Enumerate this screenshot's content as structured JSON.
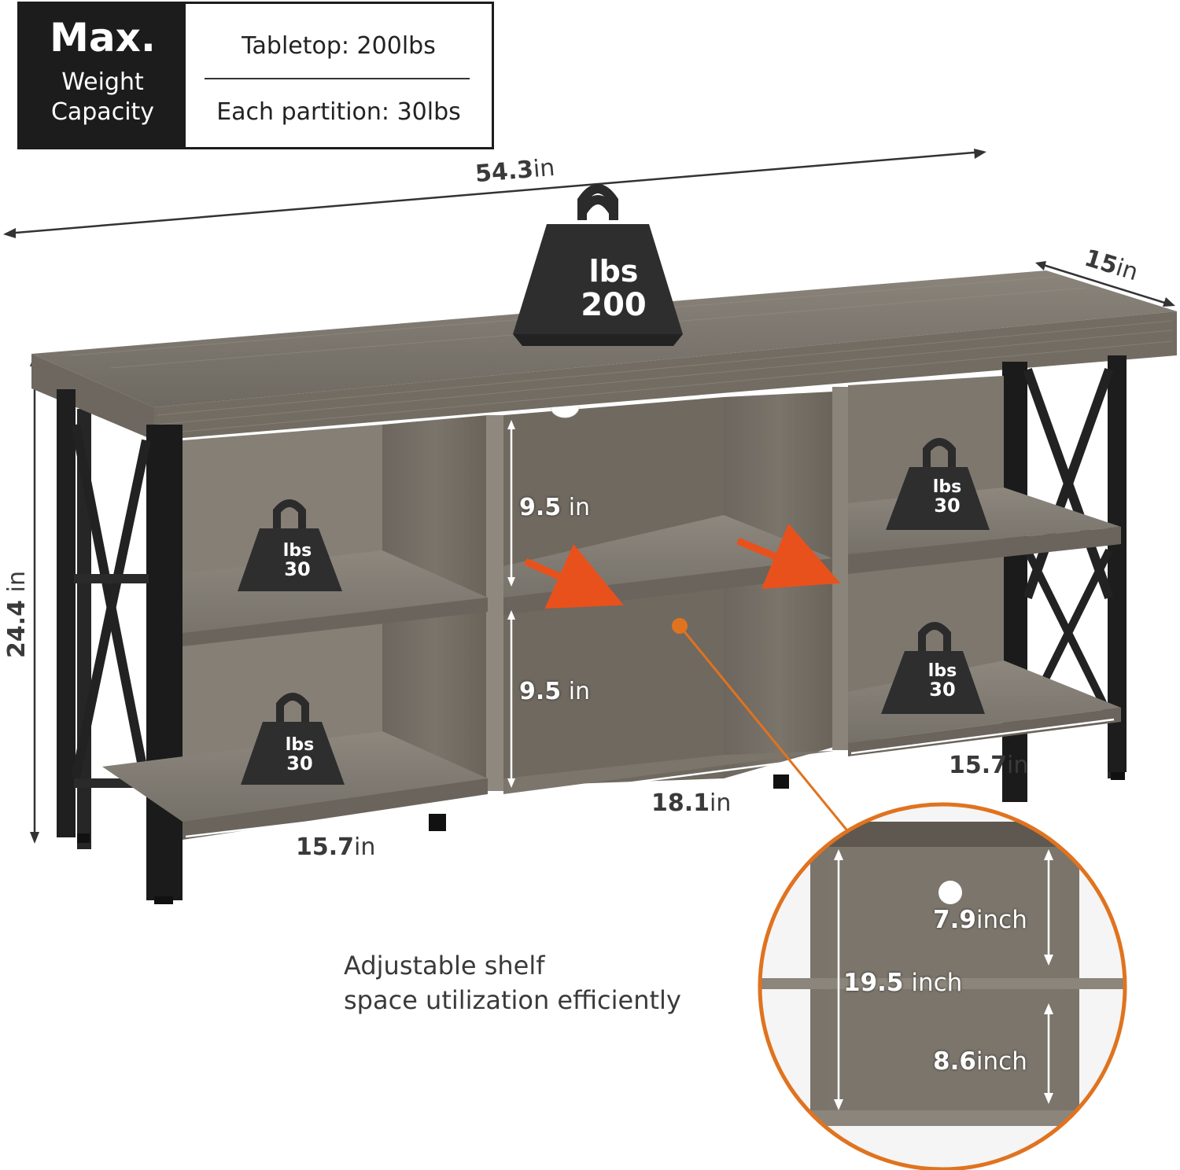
{
  "capacity": {
    "max_label": "Max.",
    "sub_line1": "Weight",
    "sub_line2": "Capacity",
    "tabletop": "Tabletop: 200lbs",
    "partition": "Each partition: 30lbs"
  },
  "dimensions": {
    "width": {
      "value": "54.3",
      "unit": "in"
    },
    "depth": {
      "value": "15",
      "unit": "in"
    },
    "height": {
      "value": "24.4",
      "unit": "in"
    },
    "shelf_upper": {
      "value": "9.5",
      "unit": "in"
    },
    "shelf_lower": {
      "value": "9.5",
      "unit": "in"
    },
    "left_bay": {
      "value": "15.7",
      "unit": "in"
    },
    "middle_bay": {
      "value": "18.1",
      "unit": "in"
    },
    "right_bay": {
      "value": "15.7",
      "unit": "in"
    }
  },
  "weights": {
    "top": {
      "unit": "lbs",
      "value": "200"
    },
    "left_upper": {
      "unit": "lbs",
      "value": "30"
    },
    "left_lower": {
      "unit": "lbs",
      "value": "30"
    },
    "right_upper": {
      "unit": "lbs",
      "value": "30"
    },
    "right_lower": {
      "unit": "lbs",
      "value": "30"
    }
  },
  "zoom_detail": {
    "top_gap": {
      "value": "7.9",
      "unit": "inch"
    },
    "total": {
      "value": "19.5",
      "unit": "inch"
    },
    "bottom_gap": {
      "value": "8.6",
      "unit": "inch"
    }
  },
  "caption": {
    "line1": "Adjustable shelf",
    "line2": "space utilization efficiently"
  },
  "colors": {
    "wood": "#7d776f",
    "wood_dark": "#5f5a53",
    "frame": "#1e1e1e",
    "accent_orange": "#e0731f"
  }
}
